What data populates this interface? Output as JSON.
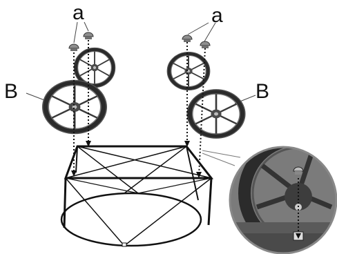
{
  "labels": {
    "a_left": "a",
    "a_right": "a",
    "b_left": "B",
    "b_right": "B"
  },
  "parts": {
    "wheel": "wheel-icon",
    "bolt": "bolt-icon",
    "frame": "frame-icon",
    "magnifier": "detail-magnifier"
  },
  "colors": {
    "line": "#111111",
    "wheel_dark": "#2b2b2b",
    "wheel_mid": "#5a5a5a",
    "bolt": "#8f8f8f",
    "detail_bg": "#6e6e6e"
  }
}
